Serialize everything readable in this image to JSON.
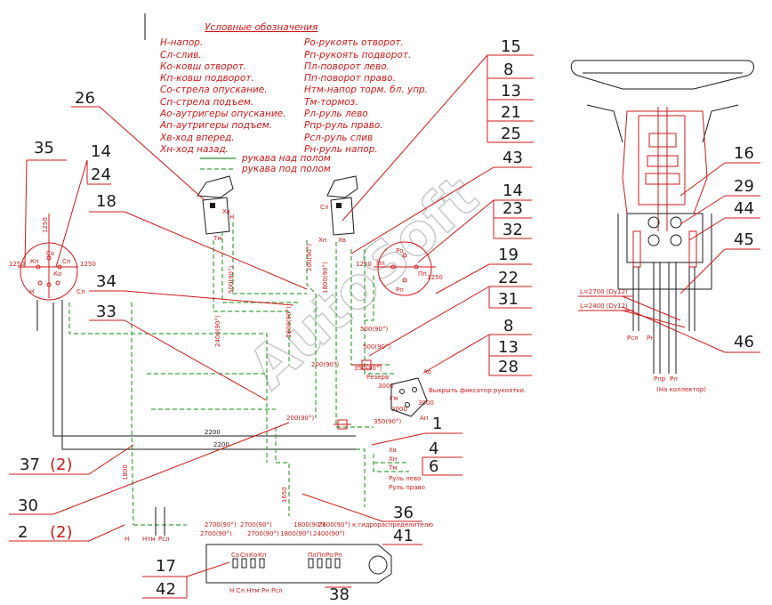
{
  "legend": {
    "title": "Условные обозначения",
    "left": [
      "Н-напор.",
      "Сл-слив.",
      "Ко-ковш отворот.",
      "Кп-ковш подворот.",
      "Со-стрела опускание.",
      "Сп-стрела подъем.",
      "Ао-аутригеры опускание.",
      "Ап-аутригеры подъем.",
      "Хв-ход вперед.",
      "Хн-ход назад."
    ],
    "right": [
      "Ро-рукоять отворот.",
      "Рп-рукоять подворот.",
      "Пл-поворот лево.",
      "Пп-поворот право.",
      "Нтм-напор торм. бл. упр.",
      "Тм-тормоз.",
      "Рл-руль лево",
      "Рпр-руль право.",
      "Рсл-руль слив",
      "Рн-руль напор."
    ],
    "hose_above": "рукава над полом",
    "hose_below": "рукава под полом"
  },
  "stack": [
    "15",
    "8",
    "13",
    "21",
    "25"
  ],
  "stack2": [
    "23",
    "32"
  ],
  "stack3": [
    "22",
    "31"
  ],
  "stack4": [
    "13",
    "28"
  ],
  "stack5": [
    "4",
    "6"
  ],
  "callouts": {
    "c26": "26",
    "c35": "35",
    "c14a": "14",
    "c24": "24",
    "c18": "18",
    "c34": "34",
    "c33": "33",
    "c43": "43",
    "c14b": "14",
    "c19": "19",
    "c8b": "8",
    "c1": "1",
    "c37": "37",
    "c37q": "(2)",
    "c30": "30",
    "c2": "2",
    "c2q": "(2)",
    "c36": "36",
    "c41": "41",
    "c17": "17",
    "c42": "42",
    "c38": "38",
    "c16": "16",
    "c29": "29",
    "c44": "44",
    "c45": "45",
    "c46": "46"
  },
  "dims": {
    "d1250a": "1250",
    "d1250b": "1250",
    "d1250c": "1250",
    "d1250d": "1250",
    "d1250e": "1250",
    "d500": "500(90°)",
    "d2400": "2400(90°)",
    "d200a": "200(90°)",
    "d1800a": "1800(90°)",
    "d1800b": "1800(90°)",
    "d500b": "500(90°)",
    "d500c": "500(90°)",
    "d200b": "200(90°)",
    "d350a": "350(90°)",
    "d3000a": "3000",
    "d3000b": "3000",
    "d3000c": "3000",
    "d200c": "200(90°)",
    "d350b": "350(90°)",
    "d2200a": "2200",
    "d2200b": "2200",
    "d1800c": "1800",
    "d1650": "1650",
    "d2700a": "2700(90°)",
    "d2700b": "2700(90°)",
    "d2700c": "2700(90°)",
    "d2700d": "2700(90°)",
    "d1800d": "1800(90°)",
    "d1800e": "1800(90°)",
    "d2600": "2600(90°)",
    "d2400b": "2400(90°)",
    "dist": "к гидрораспределителю"
  },
  "labels": {
    "vykr": "Выкрыть фиксатор рукоятки.",
    "rezerv": "Резерв",
    "ao": "Ао",
    "ap": "Ап",
    "gm": "Гм",
    "xv": "Хв",
    "xn": "Хн",
    "tm": "Тм",
    "rul_l": "Руль лево",
    "rul_p": "Руль право",
    "n": "Н",
    "nmm": "Нтм",
    "rs": "Рсл",
    "bot_ports": [
      "Со",
      "Сп",
      "Ко",
      "Кп",
      "Пл",
      "Пп",
      "Ро",
      "Рп"
    ],
    "bot_under": "Н Сл Нтм Рн Рсл",
    "l2700": "L=2700 (Dy12)",
    "l2400": "L=2400 (Dy12)",
    "rsl": "Рсл",
    "rn": "Рн",
    "rpr": "Рпр",
    "rl": "Рл",
    "collector": "(На коллектор)",
    "joy_left": [
      "Со",
      "Сп",
      "Кп",
      "Ко",
      "Сл",
      "Н"
    ],
    "joy_right": [
      "Ро",
      "Пп",
      "Рп",
      "Пл"
    ],
    "valve_left": [
      "Тм",
      "Хв",
      "Н"
    ],
    "valve_right": [
      "Сл",
      "Хн",
      "Хв"
    ]
  },
  "watermark": "AutoSoft"
}
